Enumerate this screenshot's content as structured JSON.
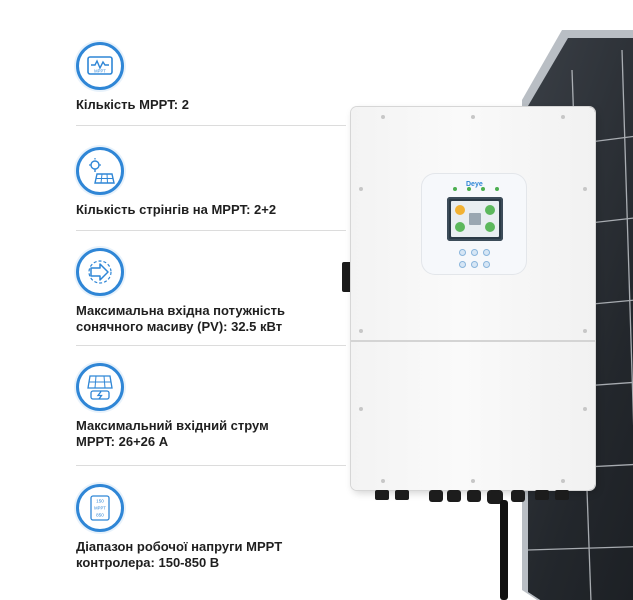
{
  "specs": [
    {
      "icon": "mppt-monitor-icon",
      "label": "Кількість MPPT: 2"
    },
    {
      "icon": "solar-panel-bulb-icon",
      "label": "Кількість стрінгів на MPPT: 2+2"
    },
    {
      "icon": "arrow-input-power-icon",
      "label": "Максимальна вхідна потужність\nсонячного масиву (PV): 32.5 кВт"
    },
    {
      "icon": "solar-panel-current-icon",
      "label": "Максимальний вхідний струм\nMPPT: 26+26 А"
    },
    {
      "icon": "voltage-range-icon",
      "label": "Діапазон робочої напруги MPPT\nконтролера: 150-850 В"
    }
  ],
  "icon_text": {
    "mppt": "MPPT",
    "range_top": "150",
    "range_mid": "MPPT",
    "range_bottom": "850"
  },
  "product": {
    "brand_logo": "Deye"
  },
  "colors": {
    "accent": "#2f86d6",
    "text": "#1f1f1f",
    "divider": "#dcdcdc"
  }
}
